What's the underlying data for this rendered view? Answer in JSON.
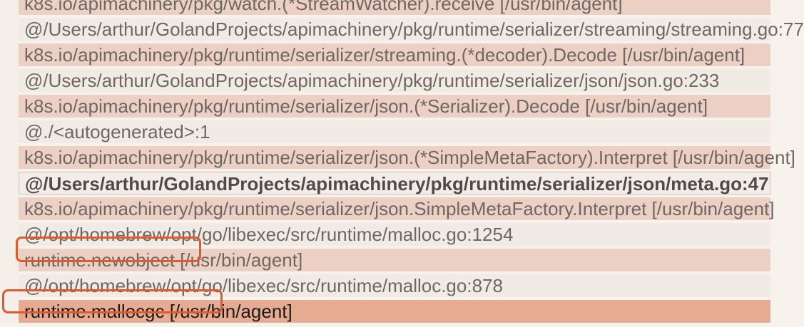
{
  "rows": [
    {
      "text": "k8s.io/apimachinery/pkg/watch.(*StreamWatcher).receive [/usr/bin/agent]",
      "style": "peach"
    },
    {
      "text": "@/Users/arthur/GolandProjects/apimachinery/pkg/runtime/serializer/streaming/streaming.go:77",
      "style": "gray"
    },
    {
      "text": "k8s.io/apimachinery/pkg/runtime/serializer/streaming.(*decoder).Decode [/usr/bin/agent]",
      "style": "peach"
    },
    {
      "text": "@/Users/arthur/GolandProjects/apimachinery/pkg/runtime/serializer/json/json.go:233",
      "style": "gray"
    },
    {
      "text": "k8s.io/apimachinery/pkg/runtime/serializer/json.(*Serializer).Decode [/usr/bin/agent]",
      "style": "peach"
    },
    {
      "text": "@./<autogenerated>:1",
      "style": "gray"
    },
    {
      "text": "k8s.io/apimachinery/pkg/runtime/serializer/json.(*SimpleMetaFactory).Interpret [/usr/bin/agent]",
      "style": "peach"
    },
    {
      "text": "@/Users/arthur/GolandProjects/apimachinery/pkg/runtime/serializer/json/meta.go:47",
      "style": "active"
    },
    {
      "text": "k8s.io/apimachinery/pkg/runtime/serializer/json.SimpleMetaFactory.Interpret [/usr/bin/agent]",
      "style": "peach"
    },
    {
      "text": "@/opt/homebrew/opt/go/libexec/src/runtime/malloc.go:1254",
      "style": "gray"
    },
    {
      "text": "runtime.newobject [/usr/bin/agent]",
      "style": "peach"
    },
    {
      "text": "@/opt/homebrew/opt/go/libexec/src/runtime/malloc.go:878",
      "style": "gray"
    },
    {
      "text": "runtime.mallocgc [/usr/bin/agent]",
      "style": "strong"
    }
  ],
  "highlights": [
    {
      "label": "runtime.newobject"
    },
    {
      "label": "runtime.mallocgc"
    }
  ]
}
